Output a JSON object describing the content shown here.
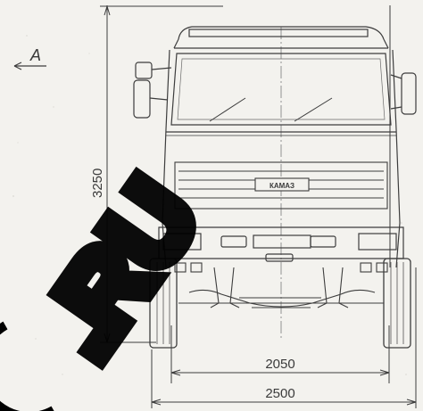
{
  "view_marker": {
    "letter": "A"
  },
  "dimensions": {
    "height": "3250",
    "track": "2050",
    "overall_width": "2500"
  },
  "truck": {
    "grille_badge": "КАМАЗ"
  },
  "watermark": {
    "text": ".RU",
    "color": "#000000"
  },
  "colors": {
    "paper": "#f3f2ee",
    "ink": "#3d3d3d",
    "light_ink": "#8a8a8a"
  }
}
